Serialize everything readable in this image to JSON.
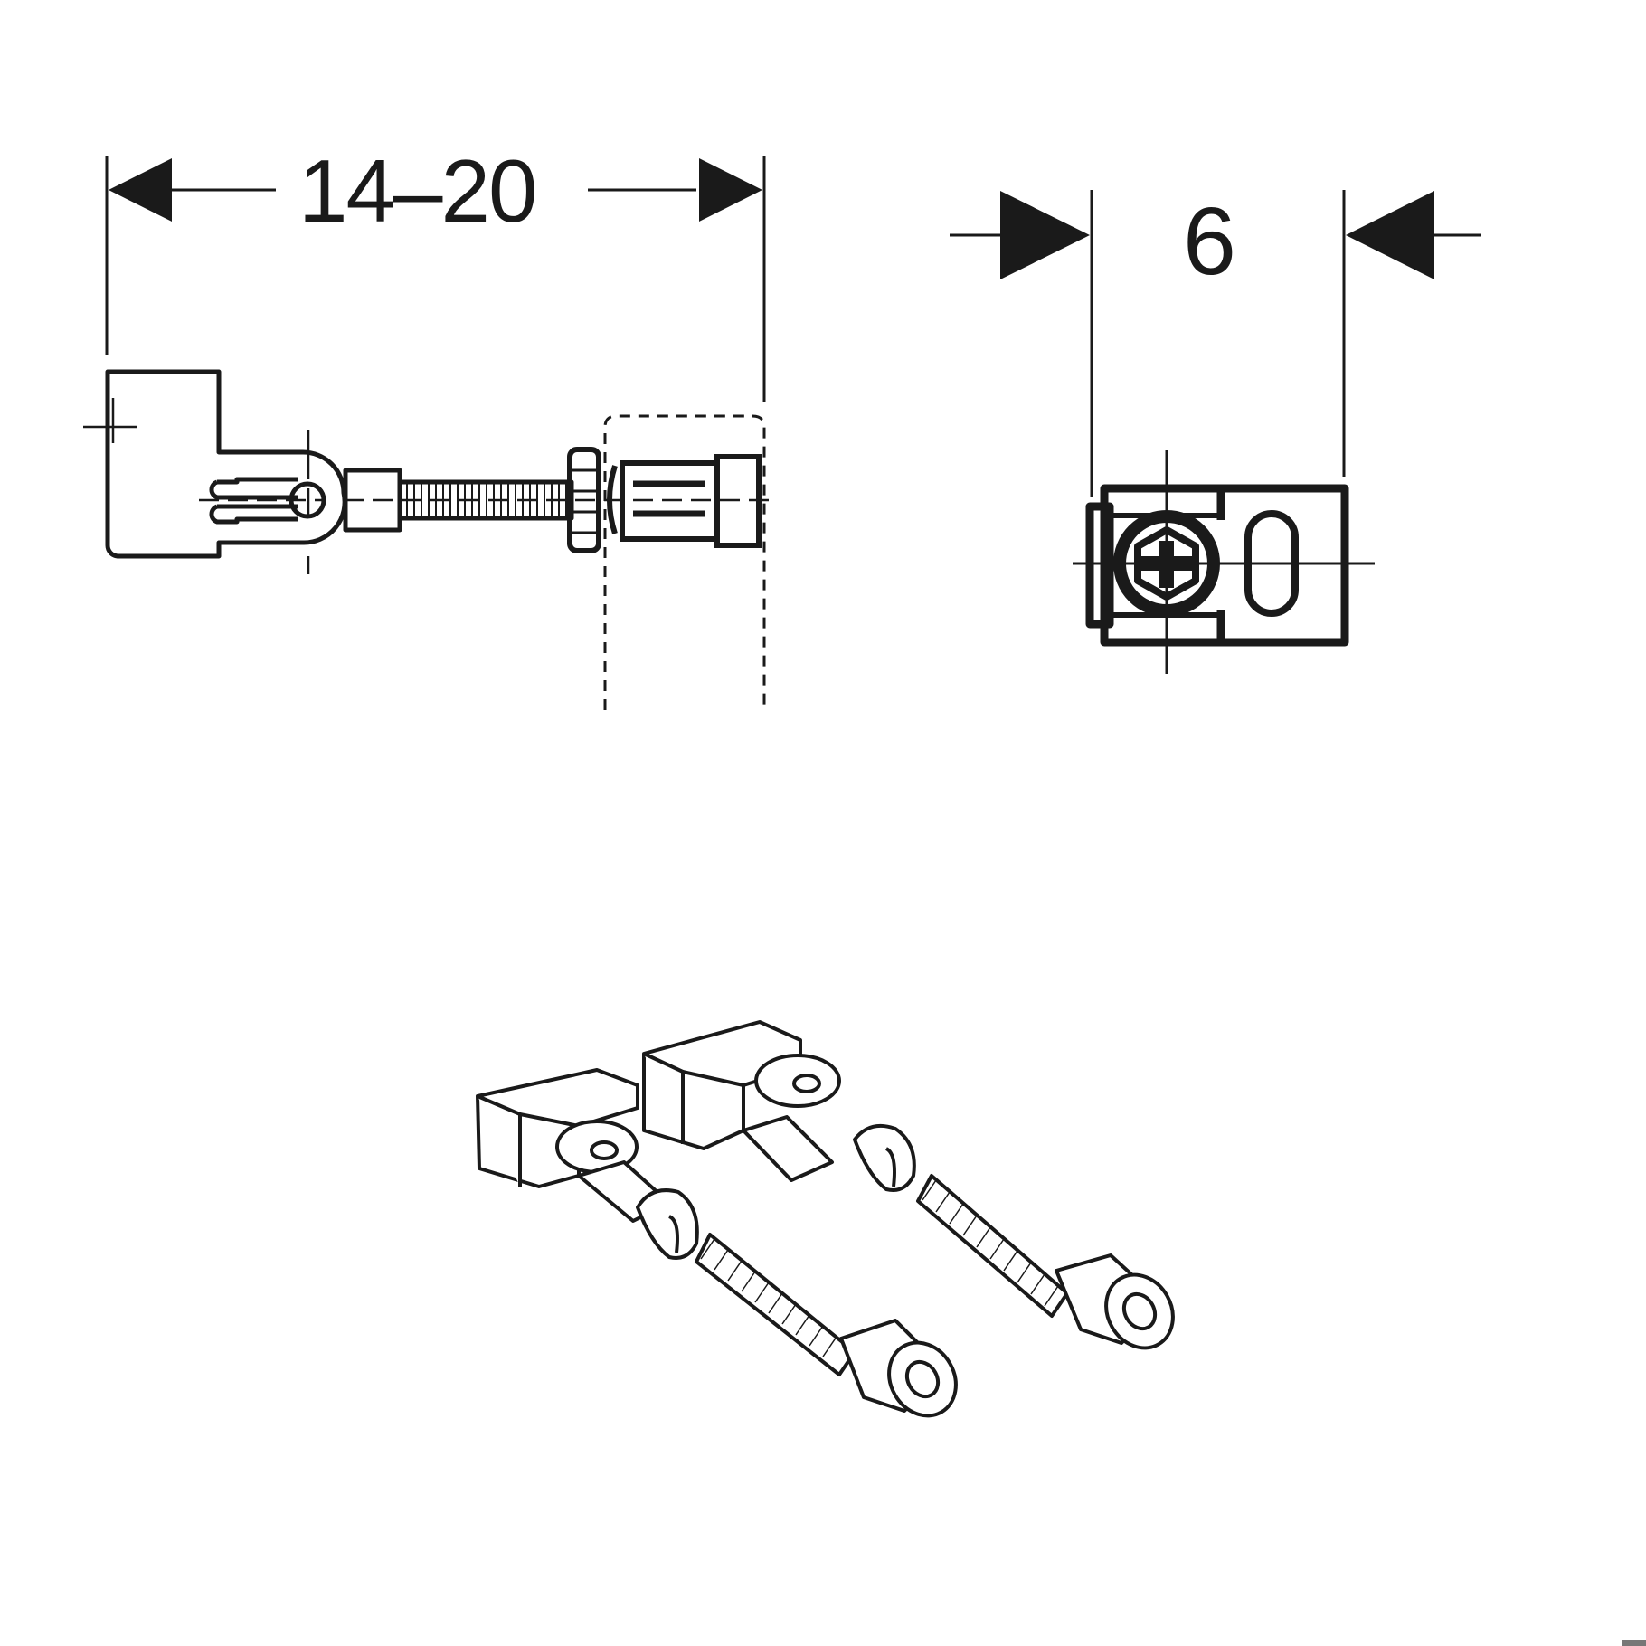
{
  "diagram": {
    "type": "technical-drawing",
    "subject": "mounting bracket with threaded rod and anchor, side/front/isometric views",
    "colors": {
      "line": "#1a1a1a",
      "background": "#ffffff"
    },
    "views": [
      {
        "id": "side-view",
        "dimension": {
          "label": "14–20",
          "direction": "horizontal",
          "arrows": "inward-pointing-outward"
        }
      },
      {
        "id": "front-view",
        "dimension": {
          "label": "6",
          "direction": "horizontal",
          "arrows": "outside-pointing-inward"
        }
      },
      {
        "id": "isometric-view",
        "parts_shown": 2
      }
    ]
  }
}
